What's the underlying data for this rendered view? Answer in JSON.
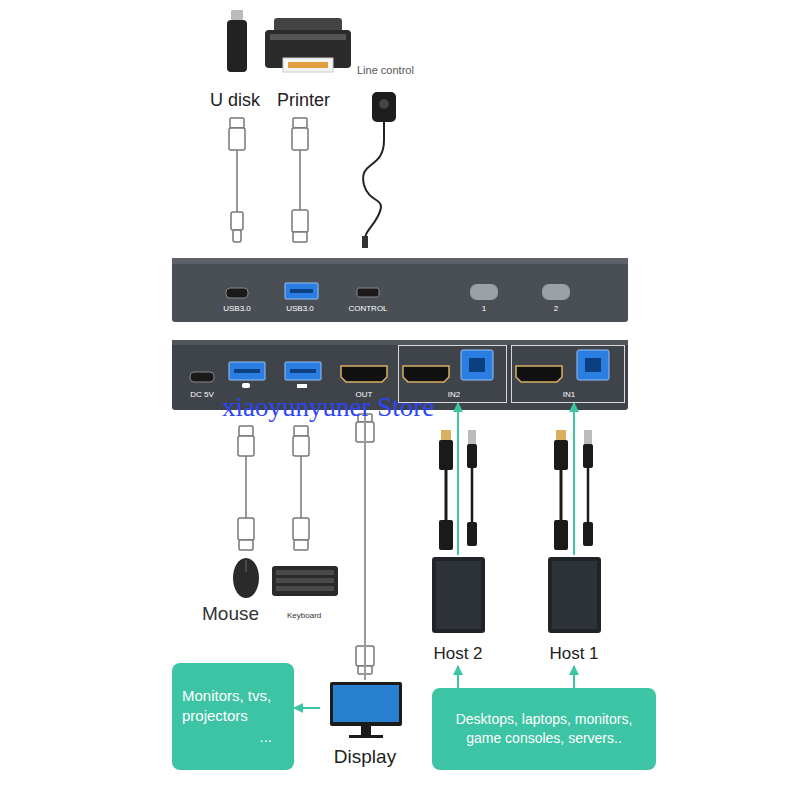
{
  "diagram": {
    "nodes": [
      {
        "text": [
          "USB3.0",
          "USB3.0",
          "CONTROL",
          "1",
          "2"
        ]
      },
      {
        "text": [
          "DC 5V",
          "OUT"
        ]
      },
      {
        "text": [
          "IN2"
        ],
        "in": 1
      },
      {
        "text": [
          "IN1"
        ],
        "in": 1
      },
      {
        "text": [
          "Host 2"
        ]
      },
      {
        "text": [
          "Host 1"
        ]
      },
      {
        "text": [
          "Monitors, tvs, projectors",
          "..."
        ]
      },
      {
        "text": [
          "Display"
        ]
      },
      {
        "text": [
          "Desktops, laptops, monitors, game consoles, servers.."
        ]
      }
    ],
    "edges": [
      {
        "from": 7,
        "to": 1,
        "arrow": "none"
      },
      {
        "from": 4,
        "to": 2,
        "arrow": "to"
      },
      {
        "from": 5,
        "to": 3,
        "arrow": "to"
      },
      {
        "from": 7,
        "to": 6,
        "arrow": "to"
      },
      {
        "from": 8,
        "to": 4,
        "arrow": "to"
      },
      {
        "from": 8,
        "to": 5,
        "arrow": "to"
      }
    ],
    "labels": [
      "Line control",
      "U disk",
      "Printer",
      "xiaoyunyuner Store",
      "Mouse",
      "Keyboard"
    ]
  }
}
